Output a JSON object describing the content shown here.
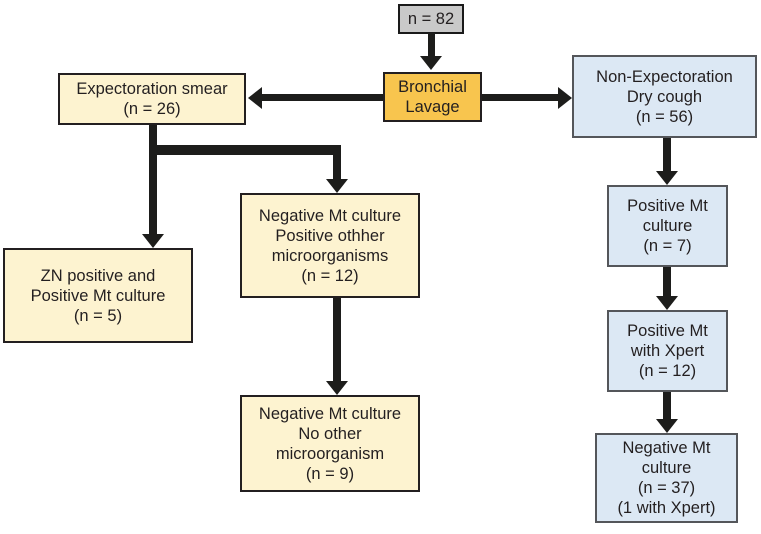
{
  "flowchart": {
    "nodes": {
      "total": {
        "lines": [
          "n = 82"
        ],
        "fill": "#c9c9c9"
      },
      "bronchial_lavage": {
        "lines": [
          "Bronchial",
          "Lavage"
        ],
        "fill": "#f8c54e"
      },
      "expectoration_smear": {
        "lines": [
          "Expectoration smear",
          "(n = 26)"
        ],
        "fill": "#fdf3d0"
      },
      "non_expectoration": {
        "lines": [
          "Non-Expectoration",
          "Dry cough",
          "(n = 56)"
        ],
        "fill": "#dce8f4"
      },
      "zn_positive": {
        "lines": [
          "ZN positive and",
          "Positive Mt culture",
          "(n = 5)"
        ],
        "fill": "#fdf3d0"
      },
      "negative_mt_positive_other": {
        "lines": [
          "Negative Mt culture",
          "Positive othher",
          "microorganisms",
          "(n = 12)"
        ],
        "fill": "#fdf3d0"
      },
      "negative_mt_no_other": {
        "lines": [
          "Negative Mt culture",
          "No other",
          "microorganism",
          "(n = 9)"
        ],
        "fill": "#fdf3d0"
      },
      "positive_mt_culture": {
        "lines": [
          "Positive Mt",
          "culture",
          "(n = 7)"
        ],
        "fill": "#dce8f4"
      },
      "positive_mt_xpert": {
        "lines": [
          "Positive Mt",
          "with Xpert",
          "(n = 12)"
        ],
        "fill": "#dce8f4"
      },
      "negative_mt_culture": {
        "lines": [
          "Negative Mt",
          "culture",
          "(n = 37)",
          "(1 with Xpert)"
        ],
        "fill": "#dce8f4"
      }
    },
    "palette": {
      "arrow": "#1d1d1b",
      "text": "#231f20",
      "background": "#ffffff",
      "cream": "#fdf3d0",
      "amber": "#f8c54e",
      "gray": "#c9c9c9",
      "blue": "#dce8f4"
    }
  }
}
